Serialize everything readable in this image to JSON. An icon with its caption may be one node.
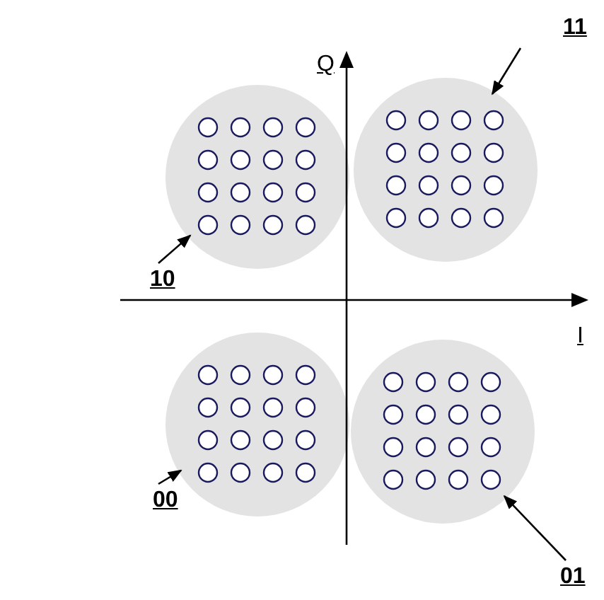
{
  "diagram": {
    "nodes": [
      {
        "text": [],
        "shape": "circle"
      },
      {
        "text": [],
        "shape": "circle"
      },
      {
        "text": [],
        "shape": "circle"
      },
      {
        "text": [],
        "shape": "circle"
      },
      {
        "text": [
          "11"
        ]
      },
      {
        "text": [
          "10"
        ]
      },
      {
        "text": [
          "00"
        ]
      },
      {
        "text": [
          "01"
        ]
      }
    ],
    "edges": [
      {
        "from": 4,
        "to": 1,
        "arrow": "to"
      },
      {
        "from": 5,
        "to": 0,
        "arrow": "to"
      },
      {
        "from": 6,
        "to": 2,
        "arrow": "to"
      },
      {
        "from": 7,
        "to": 3,
        "arrow": "to"
      }
    ],
    "labels": [
      "Q",
      "I"
    ]
  }
}
